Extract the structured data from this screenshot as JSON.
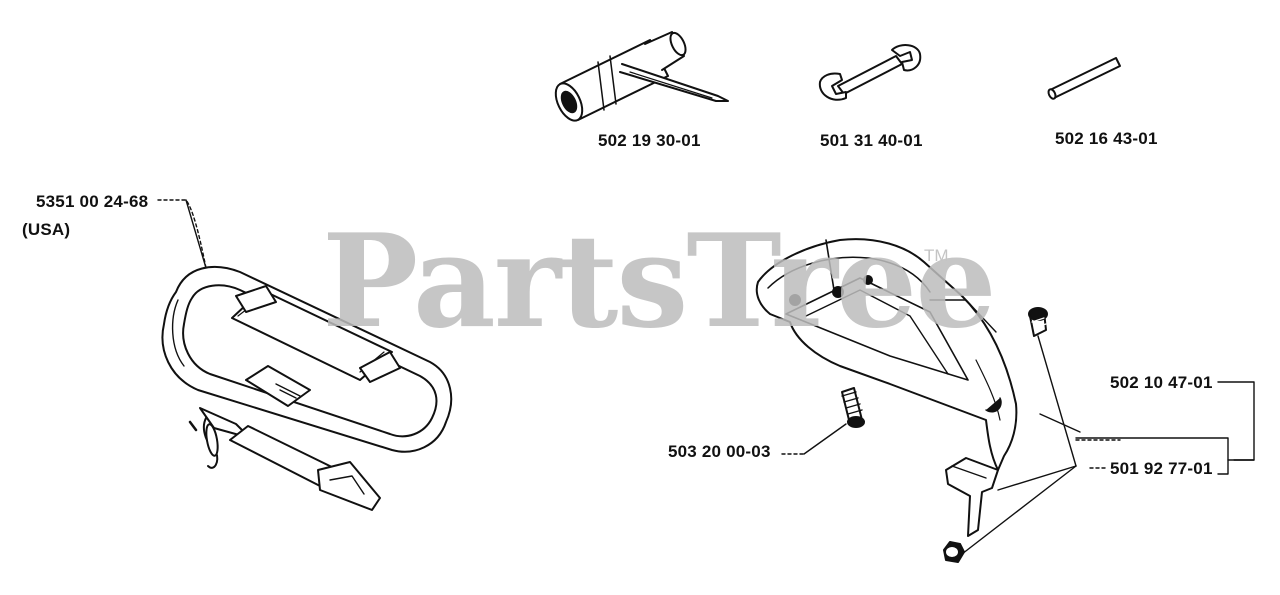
{
  "watermark": {
    "text": "PartsTree",
    "trademark": "TM"
  },
  "colors": {
    "ink": "#111111",
    "watermark": "#bdbdbd",
    "paper": "#ffffff"
  },
  "parts": {
    "combination_spanner": {
      "number": "502 19 30-01",
      "icon": "combination-spanner-icon"
    },
    "open_end_wrench": {
      "number": "501 31 40-01",
      "icon": "wrench-icon"
    },
    "pin": {
      "number": "502 16 43-01",
      "icon": "pin-icon"
    },
    "harness": {
      "number": "5351 00 24-68",
      "note": "(USA)",
      "icon": "harness-icon"
    },
    "screw": {
      "number": "503 20 00-03",
      "icon": "screw-icon"
    },
    "guard_kit": {
      "number": "502 10 47-01",
      "icon": "guard-icon"
    },
    "hardware_kit": {
      "number": "501 92 77-01",
      "icon": "hardware-icon"
    }
  }
}
